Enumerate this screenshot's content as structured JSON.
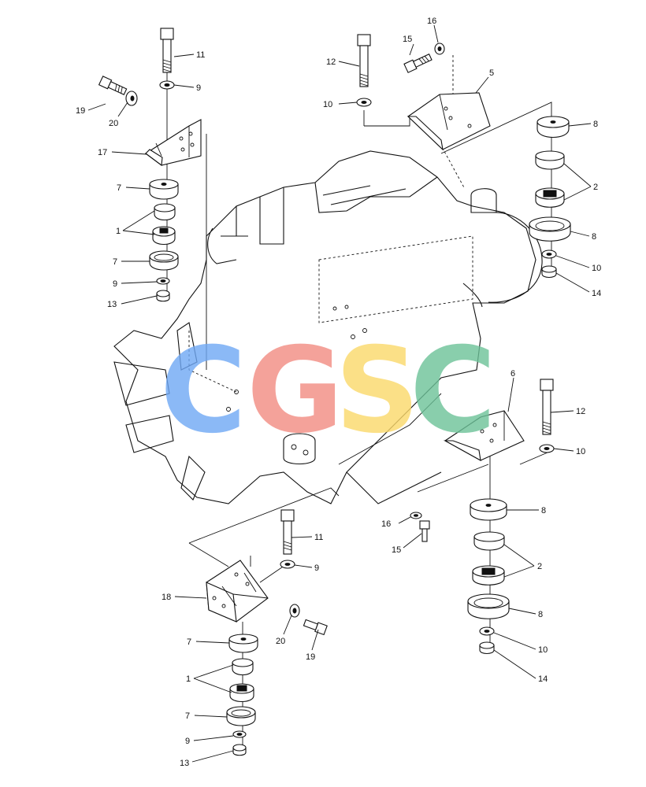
{
  "diagram": {
    "callouts": {
      "c1_top": "1",
      "c1_bot": "1",
      "c2_right_top": "2",
      "c2_right_bot": "2",
      "c5": "5",
      "c6": "6",
      "c7_a": "7",
      "c7_b": "7",
      "c7_c": "7",
      "c7_d": "7",
      "c8_a": "8",
      "c8_b": "8",
      "c8_c": "8",
      "c8_d": "8",
      "c9_a": "9",
      "c9_b": "9",
      "c9_c": "9",
      "c9_d": "9",
      "c10_a": "10",
      "c10_b": "10",
      "c10_c": "10",
      "c10_d": "10",
      "c11_top": "11",
      "c11_bot": "11",
      "c12_top": "12",
      "c12_mid": "12",
      "c13_top": "13",
      "c13_bot": "13",
      "c14_top": "14",
      "c14_bot": "14",
      "c15_top": "15",
      "c15_mid": "15",
      "c16_top": "16",
      "c16_mid": "16",
      "c17": "17",
      "c18": "18",
      "c19_top": "19",
      "c19_bot": "19",
      "c20_top": "20",
      "c20_bot": "20"
    },
    "watermark": {
      "letters": [
        "C",
        "G",
        "S",
        "C"
      ],
      "colors": [
        "#6fa8f5",
        "#f28c82",
        "#fbd96a",
        "#6cc298"
      ]
    }
  }
}
